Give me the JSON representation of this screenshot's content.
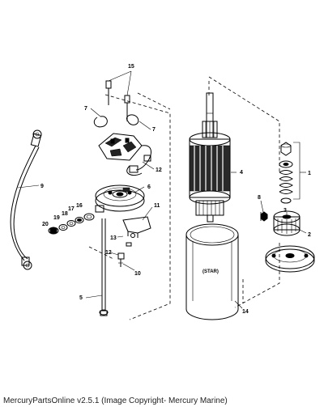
{
  "diagram": {
    "callouts": {
      "c1": "1",
      "c2": "2",
      "c3": "3",
      "c4": "4",
      "c5": "5",
      "c6": "6",
      "c7a": "7",
      "c7b": "7",
      "c8": "8",
      "c9": "9",
      "c10": "10",
      "c11": "11",
      "c12": "12",
      "c13": "13",
      "c14": "14",
      "c15": "15",
      "c16": "16",
      "c17": "17",
      "c18": "18",
      "c19": "19",
      "c20": "20"
    },
    "frame_stamp": "(STAR)"
  },
  "footer": {
    "text": "MercuryPartsOnline v2.5.1 (Image Copyright- Mercury Marine)"
  }
}
